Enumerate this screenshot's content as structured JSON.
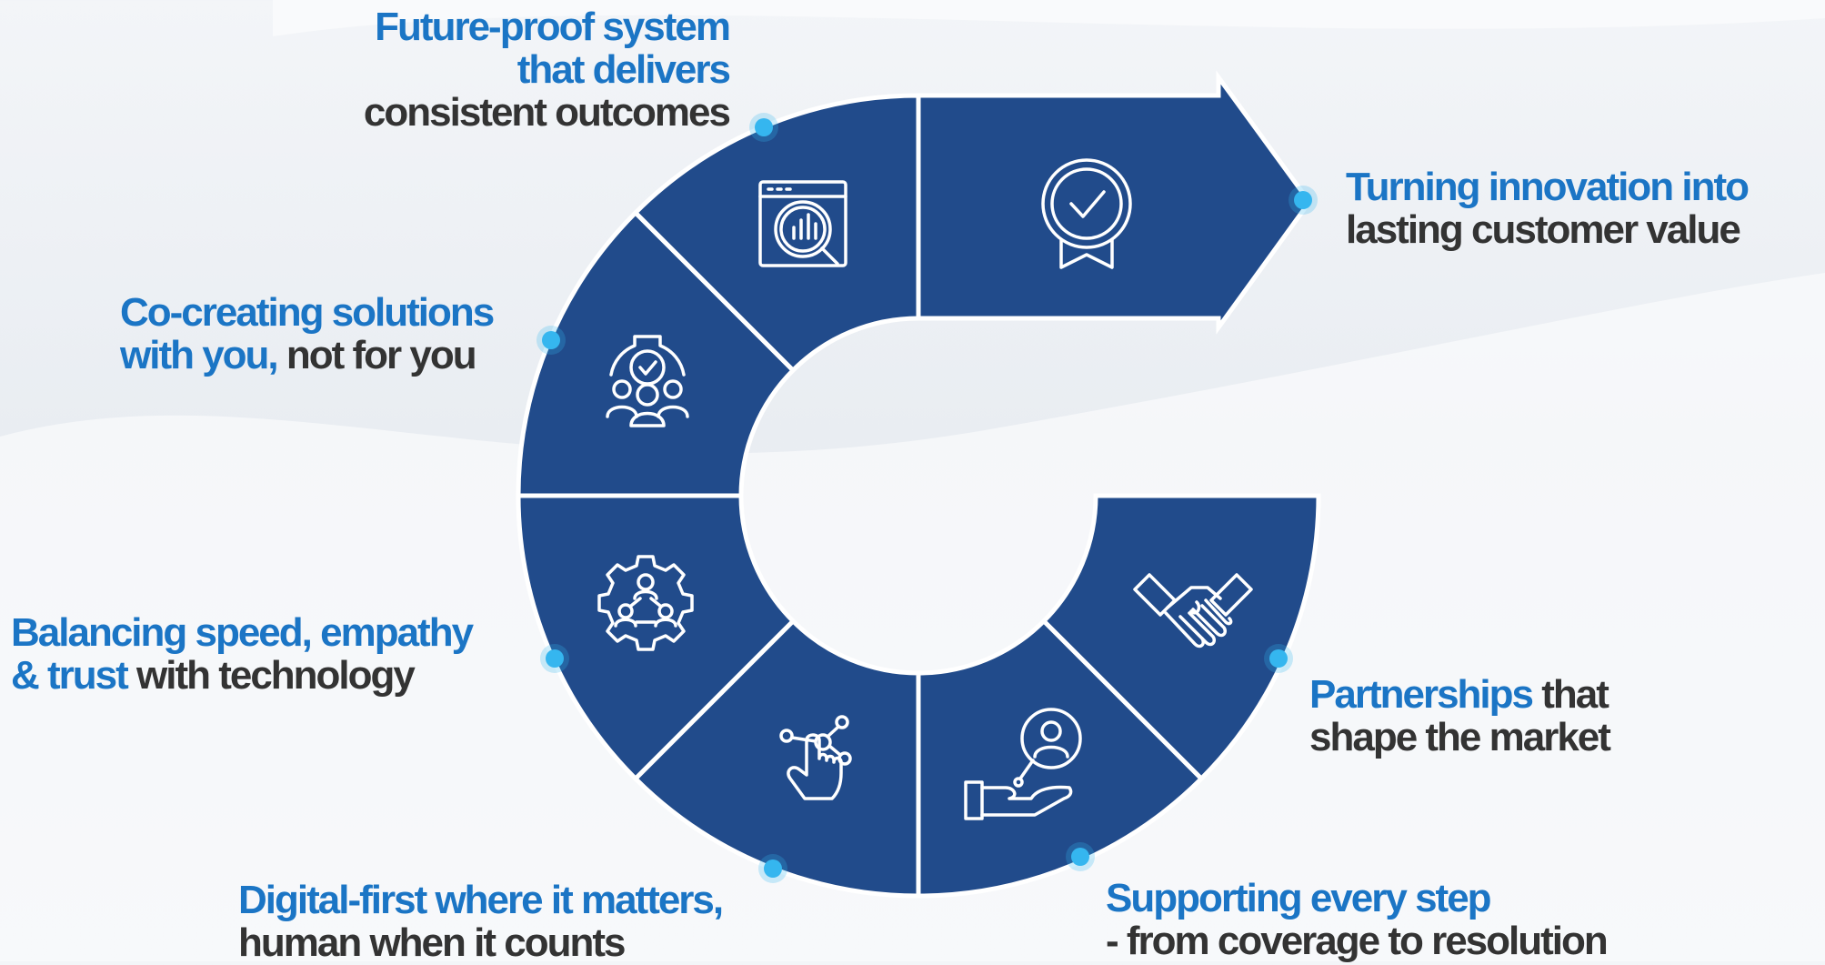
{
  "colors": {
    "segment_fill": "#214b8b",
    "segment_divider": "#ffffff",
    "dot": "#35b6ef",
    "heading_blue": "#1b75c5",
    "text_dark": "#333333"
  },
  "segments": [
    {
      "id": "arrow",
      "icon": "award-badge-check-icon"
    },
    {
      "id": "top",
      "icon": "browser-analytics-magnifier-icon"
    },
    {
      "id": "upper-left",
      "icon": "team-gear-check-icon"
    },
    {
      "id": "lower-left",
      "icon": "gear-network-people-icon"
    },
    {
      "id": "bottom-left",
      "icon": "touch-hand-network-icon"
    },
    {
      "id": "bottom-right",
      "icon": "hand-user-support-icon"
    },
    {
      "id": "right",
      "icon": "handshake-icon"
    }
  ],
  "labels": {
    "future_proof": {
      "line1": "Future-proof system",
      "line2": "that delivers",
      "line3": "consistent outcomes"
    },
    "turning_innovation": {
      "line1": "Turning innovation into",
      "line2": "lasting customer value"
    },
    "co_creating": {
      "line1_blue": "Co-creating solutions",
      "line2_blue": "with you,",
      "line2_dark": " not for you"
    },
    "balancing": {
      "line1_blue": "Balancing speed, empathy",
      "line2_blue": "& trust",
      "line2_dark": " with technology"
    },
    "digital_first": {
      "line1": "Digital-first where it matters,",
      "line2": "human when it counts"
    },
    "partnerships": {
      "line1_blue": "Partnerships",
      "line1_dark": " that",
      "line2": "shape the market"
    },
    "supporting": {
      "line1": "Supporting every step",
      "line2": "- from coverage to resolution"
    }
  }
}
